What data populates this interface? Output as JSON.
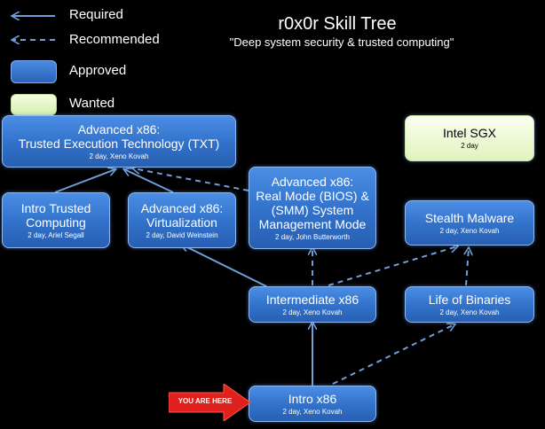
{
  "title": "r0x0r Skill Tree",
  "subtitle": "\"Deep system security & trusted computing\"",
  "legend": {
    "required": "Required",
    "recommended": "Recommended",
    "approved": "Approved",
    "wanted": "Wanted"
  },
  "nodes": {
    "txt": {
      "name_lines": [
        "Advanced x86:",
        "Trusted Execution Technology (TXT)"
      ],
      "meta": "2 day, Xeno Kovah"
    },
    "sgx": {
      "name_lines": [
        "Intel SGX"
      ],
      "meta": "2 day"
    },
    "itc": {
      "name_lines": [
        "Intro Trusted",
        "Computing"
      ],
      "meta": "2 day, Ariel Segall"
    },
    "virt": {
      "name_lines": [
        "Advanced x86:",
        "Virtualization"
      ],
      "meta": "2 day, David Weinstein"
    },
    "bios": {
      "name_lines": [
        "Advanced x86:",
        "Real Mode (BIOS) &",
        "(SMM) System",
        "Management Mode"
      ],
      "meta": "2 day, John Butterworth"
    },
    "stealth": {
      "name_lines": [
        "Stealth Malware"
      ],
      "meta": "2 day, Xeno Kovah"
    },
    "inter": {
      "name_lines": [
        "Intermediate x86"
      ],
      "meta": "2 day, Xeno Kovah"
    },
    "lob": {
      "name_lines": [
        "Life of Binaries"
      ],
      "meta": "2 day, Xeno Kovah"
    },
    "intro": {
      "name_lines": [
        "Intro x86"
      ],
      "meta": "2 day, Xeno Kovah"
    }
  },
  "you_are_here": "YOU ARE HERE",
  "colors": {
    "approved": "#3373cc",
    "wanted": "#e6f5c8",
    "arrow": "#6f9fd8",
    "you_are_here": "#e0201c"
  }
}
